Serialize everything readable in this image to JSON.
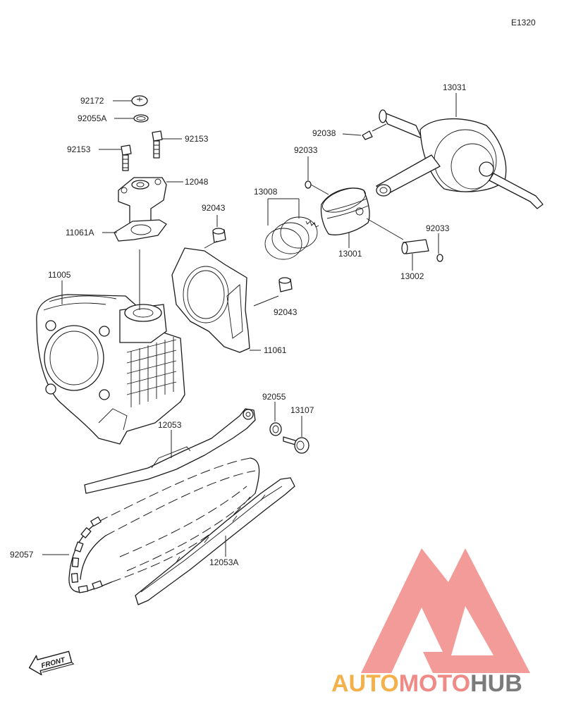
{
  "diagram_code": "E1320",
  "parts": [
    {
      "id": "p92172",
      "number": "92172",
      "name": "screw"
    },
    {
      "id": "p92055A",
      "number": "92055A",
      "name": "o-ring"
    },
    {
      "id": "p92153a",
      "number": "92153",
      "name": "bolt"
    },
    {
      "id": "p92153b",
      "number": "92153",
      "name": "bolt"
    },
    {
      "id": "p12048",
      "number": "12048",
      "name": "chain-tensioner"
    },
    {
      "id": "p11061A",
      "number": "11061A",
      "name": "tensioner-gasket"
    },
    {
      "id": "p11005",
      "number": "11005",
      "name": "cylinder"
    },
    {
      "id": "p92043a",
      "number": "92043",
      "name": "dowel-pin"
    },
    {
      "id": "p92043b",
      "number": "92043",
      "name": "dowel-pin"
    },
    {
      "id": "p11061",
      "number": "11061",
      "name": "cylinder-gasket"
    },
    {
      "id": "p13008",
      "number": "13008",
      "name": "piston-ring-set"
    },
    {
      "id": "p92033a",
      "number": "92033",
      "name": "circlip"
    },
    {
      "id": "p92033b",
      "number": "92033",
      "name": "circlip"
    },
    {
      "id": "p13001",
      "number": "13001",
      "name": "piston"
    },
    {
      "id": "p13002",
      "number": "13002",
      "name": "piston-pin"
    },
    {
      "id": "p92038",
      "number": "92038",
      "name": "key"
    },
    {
      "id": "p13031",
      "number": "13031",
      "name": "crankshaft"
    },
    {
      "id": "p92055",
      "number": "92055",
      "name": "o-ring"
    },
    {
      "id": "p13107",
      "number": "13107",
      "name": "guide-bolt"
    },
    {
      "id": "p12053",
      "number": "12053",
      "name": "chain-guide"
    },
    {
      "id": "p12053A",
      "number": "12053A",
      "name": "chain-guide"
    },
    {
      "id": "p92057",
      "number": "92057",
      "name": "cam-chain"
    }
  ],
  "front_badge": "FRONT",
  "watermark": {
    "brand_part_a": "AUTO",
    "brand_part_b": "MOTO",
    "brand_part_c": "HUB",
    "colors": {
      "orange": "#f4b04a",
      "red": "#f08a86",
      "grey": "#7b7b7b"
    }
  }
}
